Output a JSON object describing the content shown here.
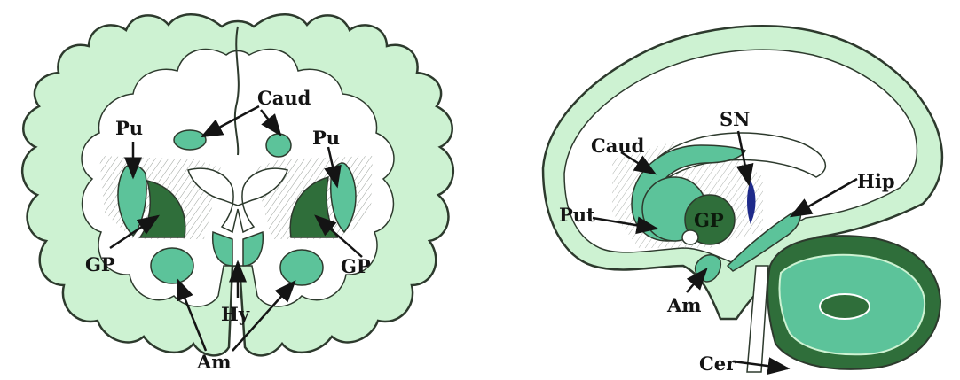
{
  "colors": {
    "cortex_fill": "#cdf2d2",
    "cortex_stroke": "#2d3a2d",
    "nucleus_light": "#5cc39a",
    "nucleus_dark": "#2f6e3a",
    "substantia_nigra": "#1e2a8a",
    "hatch": "#9aa09a",
    "white_matter": "#ffffff",
    "label_color": "#141414"
  },
  "coronal_section": {
    "labels": {
      "caud": "Caud",
      "pu_left": "Pu",
      "pu_right": "Pu",
      "gp_left": "GP",
      "gp_right": "GP",
      "hy": "Hy",
      "am": "Am"
    }
  },
  "sagittal_section": {
    "labels": {
      "sn": "SN",
      "caud": "Caud",
      "hip": "Hip",
      "put": "Put",
      "gp": "GP",
      "am": "Am",
      "cer": "Cer"
    }
  }
}
